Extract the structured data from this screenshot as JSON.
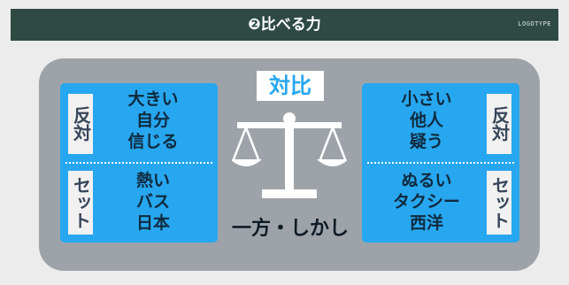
{
  "header": {
    "title": "❷比べる力",
    "logo_text": "LOGOTYPE"
  },
  "center": {
    "title": "対比",
    "caption": "一方・しかし",
    "icon": "balance-scale-icon"
  },
  "left": {
    "tag_top": "反対",
    "tag_bottom": "セット",
    "top_words": [
      "大きい",
      "自分",
      "信じる"
    ],
    "bottom_words": [
      "熱い",
      "バス",
      "日本"
    ]
  },
  "right": {
    "tag_top": "反対",
    "tag_bottom": "セット",
    "top_words": [
      "小さい",
      "他人",
      "疑う"
    ],
    "bottom_words": [
      "ぬるい",
      "タクシー",
      "西洋"
    ]
  },
  "colors": {
    "header": "#2e4a43",
    "panel": "#9da3a8",
    "box": "#27a7ef",
    "accent": "#27a7ef",
    "text_dark": "#102a3e",
    "background": "#ececec"
  }
}
